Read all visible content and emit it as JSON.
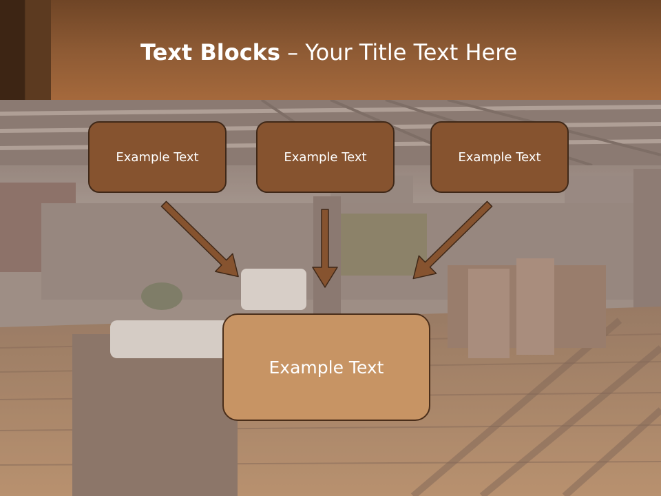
{
  "slide": {
    "title_bold": "Text Blocks",
    "title_dash": " – ",
    "title_rest": "Your Title Text Here"
  },
  "colors": {
    "header": "#8d5a34",
    "box_small": "#86532f",
    "box_big": "#c79464",
    "arrow": "#86532f",
    "outline": "#3f2818"
  },
  "boxes": [
    {
      "label": "Example Text"
    },
    {
      "label": "Example Text"
    },
    {
      "label": "Example Text"
    }
  ],
  "target_box": {
    "label": "Example Text"
  }
}
